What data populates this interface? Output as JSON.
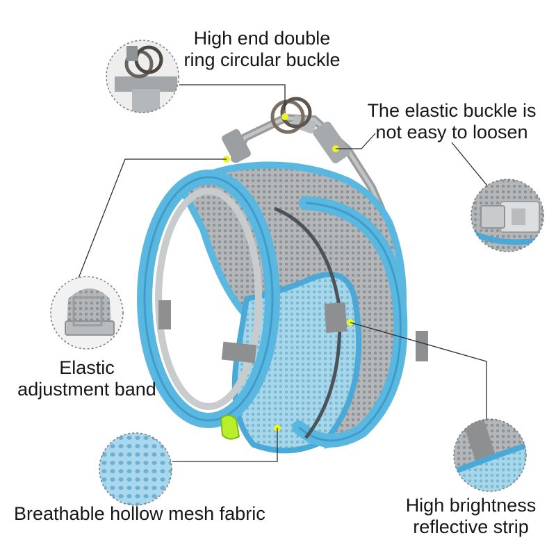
{
  "callouts": {
    "ring_buckle": {
      "line1": "High end double",
      "line2": "ring circular buckle"
    },
    "elastic_buckle": {
      "line1": "The elastic buckle is",
      "line2": "not easy to loosen"
    },
    "adjustment_band": {
      "line1": "Elastic",
      "line2": "adjustment band"
    },
    "mesh_fabric": {
      "line1": "Breathable hollow mesh fabric"
    },
    "reflective_strip": {
      "line1": "High brightness",
      "line2": "reflective strip"
    }
  },
  "colors": {
    "harness_trim": "#5ab8e0",
    "mesh_grey": "#a9acae",
    "mesh_blue": "#9ccfe6",
    "reflective": "#8d8f90",
    "marker_dot": "#ecf52a",
    "leader_line": "#2b2b2b"
  },
  "icons": [
    "ring-buckle-icon",
    "side-release-buckle-icon",
    "adjustment-band-icon",
    "mesh-fabric-icon",
    "reflective-strip-icon"
  ]
}
